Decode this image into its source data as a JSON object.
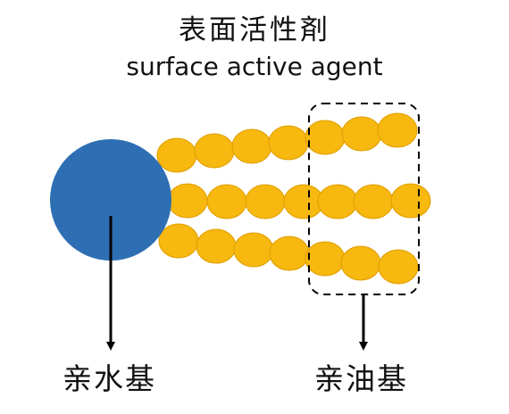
{
  "title": {
    "chinese": "表面活性剤",
    "english": "surface active agent"
  },
  "labels": {
    "hydrophilic": "亲水基",
    "lipophilic": "亲油基"
  },
  "colors": {
    "head_fill": "#2E6FB3",
    "tail_fill": "#F7B80F",
    "tail_stroke": "#E09E00",
    "outline": "#000000"
  },
  "diagram": {
    "head": "circle",
    "tail_chains": 3,
    "beads_per_chain": 7,
    "lipophilic_region": "dashed-rounded-box"
  }
}
